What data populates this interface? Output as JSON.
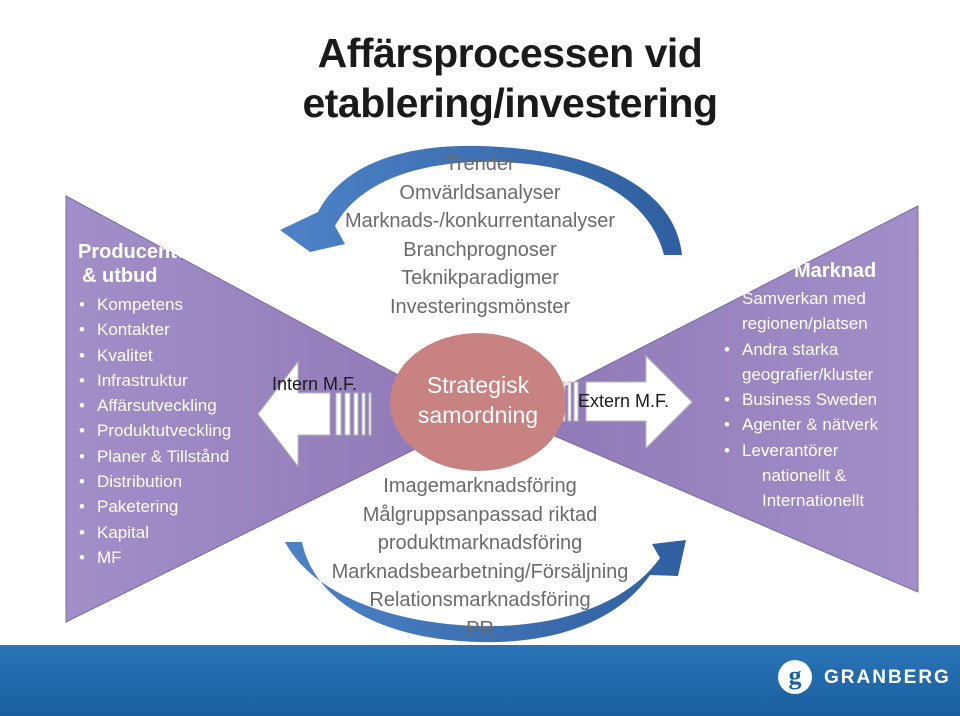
{
  "title": {
    "line1": "Affärsprocessen vid",
    "line2": "etablering/investering"
  },
  "left": {
    "heading_line1": "Producenter",
    "heading_line2": "& utbud",
    "items": [
      "Kompetens",
      "Kontakter",
      "Kvalitet",
      "Infrastruktur",
      "Affärsutveckling",
      "Produktutveckling",
      "Planer & Tillstånd",
      "Distribution",
      "Paketering",
      "Kapital",
      "MF"
    ]
  },
  "right": {
    "heading": "Marknad",
    "items": [
      {
        "text": "Samverkan med",
        "bullet": true
      },
      {
        "text": "regionen/platsen",
        "bullet": false
      },
      {
        "text": "Andra starka",
        "bullet": true
      },
      {
        "text": "geografier/kluster",
        "bullet": false
      },
      {
        "text": "Business Sweden",
        "bullet": true
      },
      {
        "text": "Agenter & nätverk",
        "bullet": true
      },
      {
        "text": "Leverantörer",
        "bullet": true
      },
      {
        "text": "nationellt &",
        "bullet": false,
        "indent": true
      },
      {
        "text": "Internationellt",
        "bullet": false,
        "indent": true
      }
    ]
  },
  "center_top": [
    "Trender",
    "Omvärldsanalyser",
    "Marknads-/konkurrentanalyser",
    "Branchprognoser",
    "Teknikparadigmer",
    "Investeringsmönster"
  ],
  "center_bottom": [
    "Imagemarknadsföring",
    "Målgruppsanpassad riktad",
    "produktmarknadsföring",
    "Marknadsbearbetning/Försäljning",
    "Relationsmarknadsföring",
    "PR"
  ],
  "ellipse": {
    "line1": "Strategisk",
    "line2": "samordning"
  },
  "intern_label": "Intern M.F.",
  "extern_label": "Extern M.F.",
  "brand": {
    "logo_letter": "g",
    "name": "GRANBERG"
  },
  "colors": {
    "triangle_left": "#9b85c0",
    "triangle_right": "#9580bb",
    "ellipse": "#c98282",
    "curved_arrow": "#3e6fb2",
    "bottom_band": "#1f67aa",
    "text_gray": "#6b6b6b"
  }
}
